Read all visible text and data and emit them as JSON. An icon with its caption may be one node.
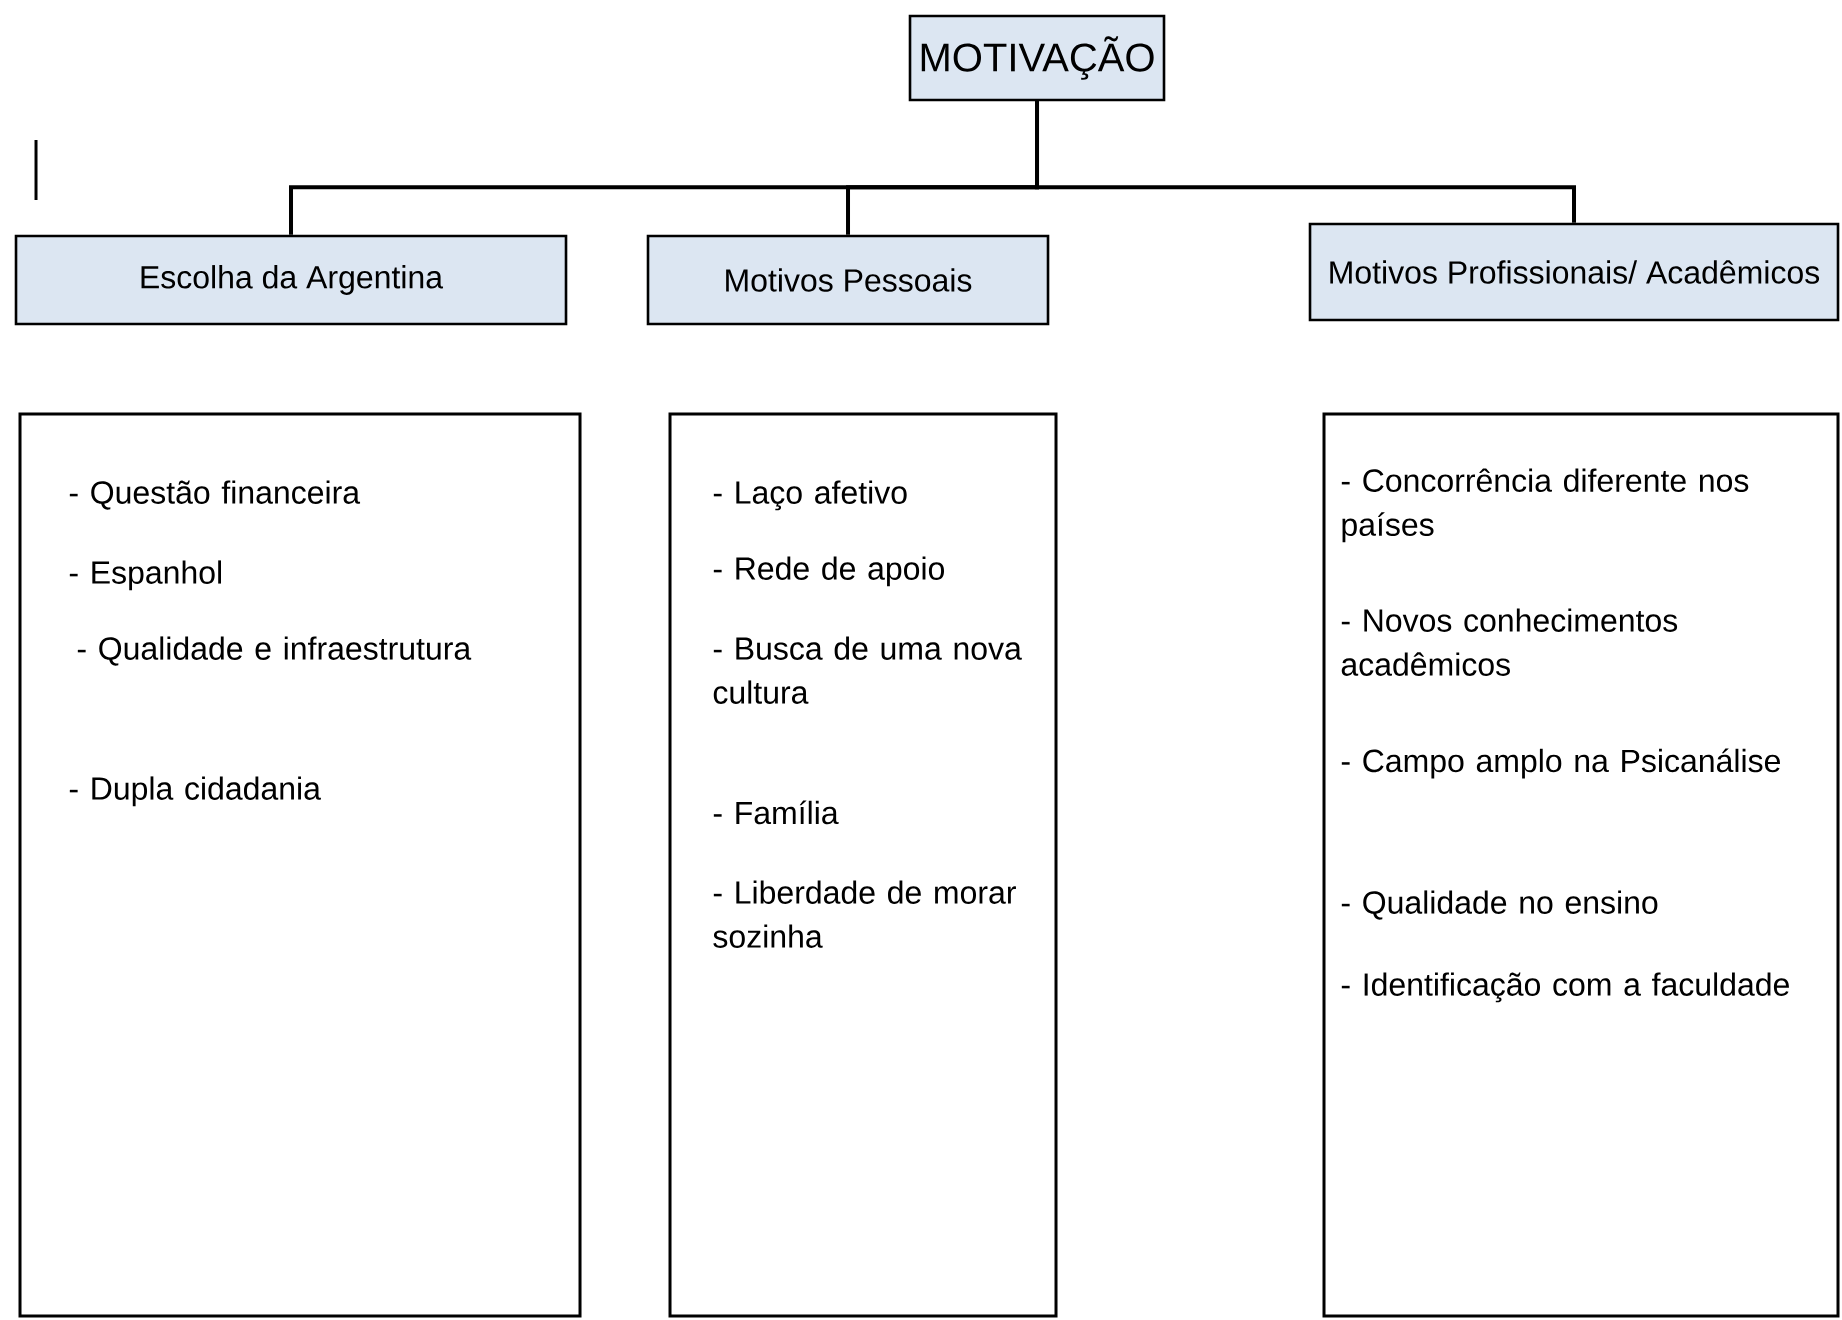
{
  "diagram": {
    "nodes": [
      {
        "text": [
          "MOTIVAÇÃO"
        ]
      },
      {
        "text": [
          "Escolha da Argentina"
        ]
      },
      {
        "text": [
          "Motivos Pessoais"
        ]
      },
      {
        "text": [
          "Motivos Profissionais/ Acadêmicos"
        ]
      },
      {
        "text": [
          "- Questão financeira",
          "- Espanhol",
          "- Qualidade e infraestrutura",
          "- Dupla cidadania"
        ]
      },
      {
        "text": [
          "- Laço afetivo",
          "- Rede de apoio",
          "- Busca de uma nova cultura",
          "- Família",
          "- Liberdade de morar sozinha"
        ]
      },
      {
        "text": [
          "- Concorrência diferente nos países",
          "- Novos conhecimentos acadêmicos",
          "- Campo amplo na Psicanálise",
          "- Qualidade no ensino",
          "- Identificação com a faculdade"
        ]
      }
    ],
    "edges": [
      {
        "from": 0,
        "to": 1,
        "arrow": "none"
      },
      {
        "from": 0,
        "to": 2,
        "arrow": "none"
      },
      {
        "from": 0,
        "to": 3,
        "arrow": "none"
      }
    ]
  }
}
